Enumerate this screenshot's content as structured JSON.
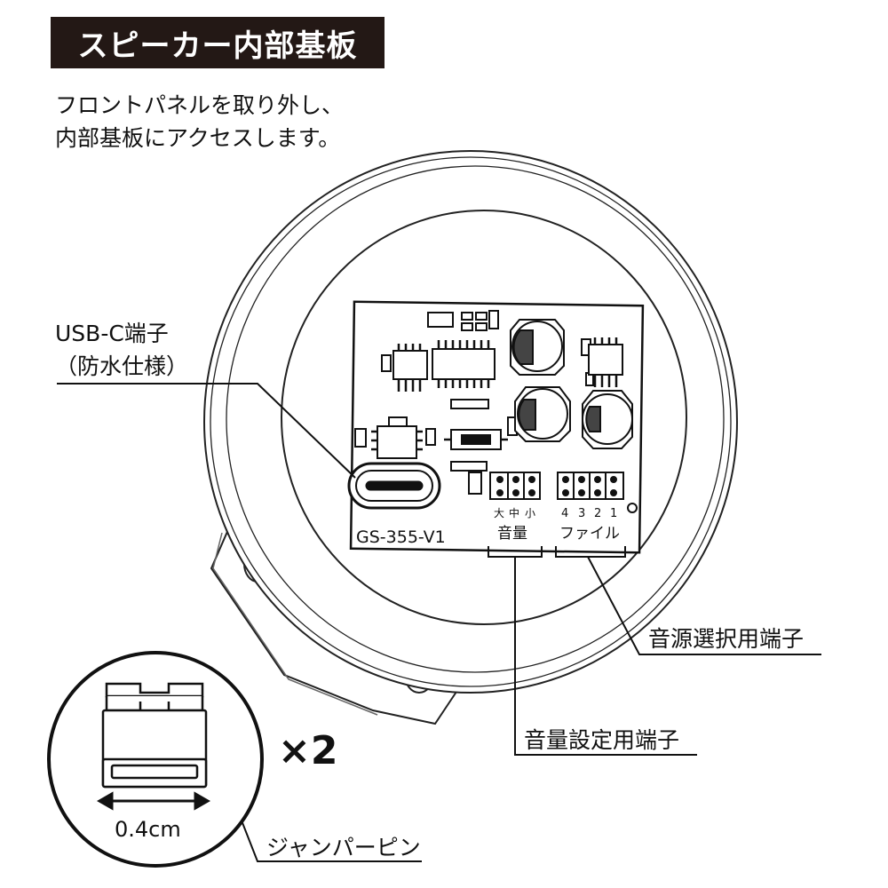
{
  "title": "スピーカー内部基板",
  "intro": {
    "line1": "フロントパネルを取り外し、",
    "line2": "内部基板にアクセスします。"
  },
  "callouts": {
    "usb_line1": "USB-C端子",
    "usb_line2": "（防水仕様）",
    "source_select": "音源選択用端子",
    "volume_setting": "音量設定用端子",
    "jumper_pin": "ジャンパーピン",
    "quantity": "×2",
    "jumper_width": "0.4cm"
  },
  "board": {
    "model": "GS-355-V1",
    "volume_label": "音量",
    "volume_levels": [
      "大",
      "中",
      "小"
    ],
    "file_label": "ファイル",
    "file_numbers": [
      "4",
      "3",
      "2",
      "1"
    ]
  }
}
